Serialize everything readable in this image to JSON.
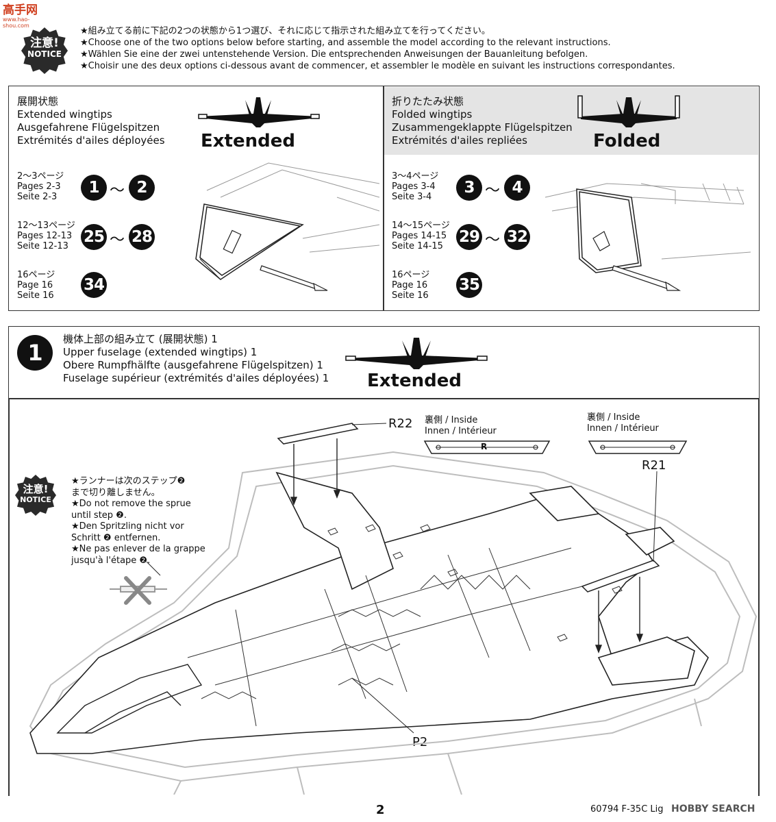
{
  "watermark": "高手网",
  "watermark_url": "www.hao-shou.com",
  "notice": {
    "badge_jp": "注意!",
    "badge_en": "NOTICE",
    "lines": [
      "★組み立てる前に下記の2つの状態から1つ選び、それに応じて指示された組み立てを行ってください。",
      "★Choose one of the two options below before starting, and assemble the model according to the relevant instructions.",
      "★Wählen Sie eine der zwei untenstehende Version. Die entsprechenden Anweisungen der Bauanleitung befolgen.",
      "★Choisir une des deux options ci-dessous avant de commencer, et assembler le modèle en suivant les instructions correspondantes."
    ]
  },
  "option_extended": {
    "jp": "展開状態",
    "en": "Extended wingtips",
    "de": "Ausgefahrene Flügelspitzen",
    "fr": "Extrémités d'ailes déployées",
    "label": "Extended",
    "refs": [
      {
        "lines": [
          "2〜3ページ",
          "Pages 2-3",
          "Seite 2-3"
        ],
        "from": "1",
        "to": "2"
      },
      {
        "lines": [
          "12〜13ページ",
          "Pages 12-13",
          "Seite 12-13"
        ],
        "from": "25",
        "to": "28"
      },
      {
        "lines": [
          "16ページ",
          "Page 16",
          "Seite 16"
        ],
        "from": "34",
        "to": ""
      }
    ]
  },
  "option_folded": {
    "jp": "折りたたみ状態",
    "en": "Folded wingtips",
    "de": "Zusammengeklappte Flügelspitzen",
    "fr": "Extrémités d'ailes repliées",
    "label": "Folded",
    "refs": [
      {
        "lines": [
          "3〜4ページ",
          "Pages 3-4",
          "Seite 3-4"
        ],
        "from": "3",
        "to": "4"
      },
      {
        "lines": [
          "14〜15ページ",
          "Pages 14-15",
          "Seite 14-15"
        ],
        "from": "29",
        "to": "32"
      },
      {
        "lines": [
          "16ページ",
          "Page 16",
          "Seite 16"
        ],
        "from": "35",
        "to": ""
      }
    ]
  },
  "tilde": "〜",
  "step1": {
    "number": "1",
    "jp": "機体上部の組み立て (展開状態) 1",
    "en": "Upper fuselage (extended wingtips) 1",
    "de": "Obere Rumpfhälfte (ausgefahrene Flügelspitzen) 1",
    "fr": "Fuselage supérieur (extrémités d'ailes déployées) 1",
    "label": "Extended",
    "parts": {
      "r22": "R22",
      "r21": "R21",
      "p2": "P2",
      "inner_r": "R"
    },
    "inside_jp_en": "裏側 / Inside",
    "inside_de_fr": "Innen / Intérieur",
    "note": {
      "badge_jp": "注意!",
      "badge_en": "NOTICE",
      "lines": [
        "★ランナーは次のステップ❷",
        "まで切り離しません。",
        "★Do  not  remove  the  sprue",
        "until step ❷.",
        "★Den  Spritzling  nicht  vor",
        "Schritt ❷ entfernen.",
        "★Ne pas enlever de la grappe",
        "jusqu'à l'étape ❷."
      ]
    }
  },
  "footer": {
    "page_number": "2",
    "product": "60794 F-35C Lig",
    "watermark": "HOBBY SEARCH"
  }
}
